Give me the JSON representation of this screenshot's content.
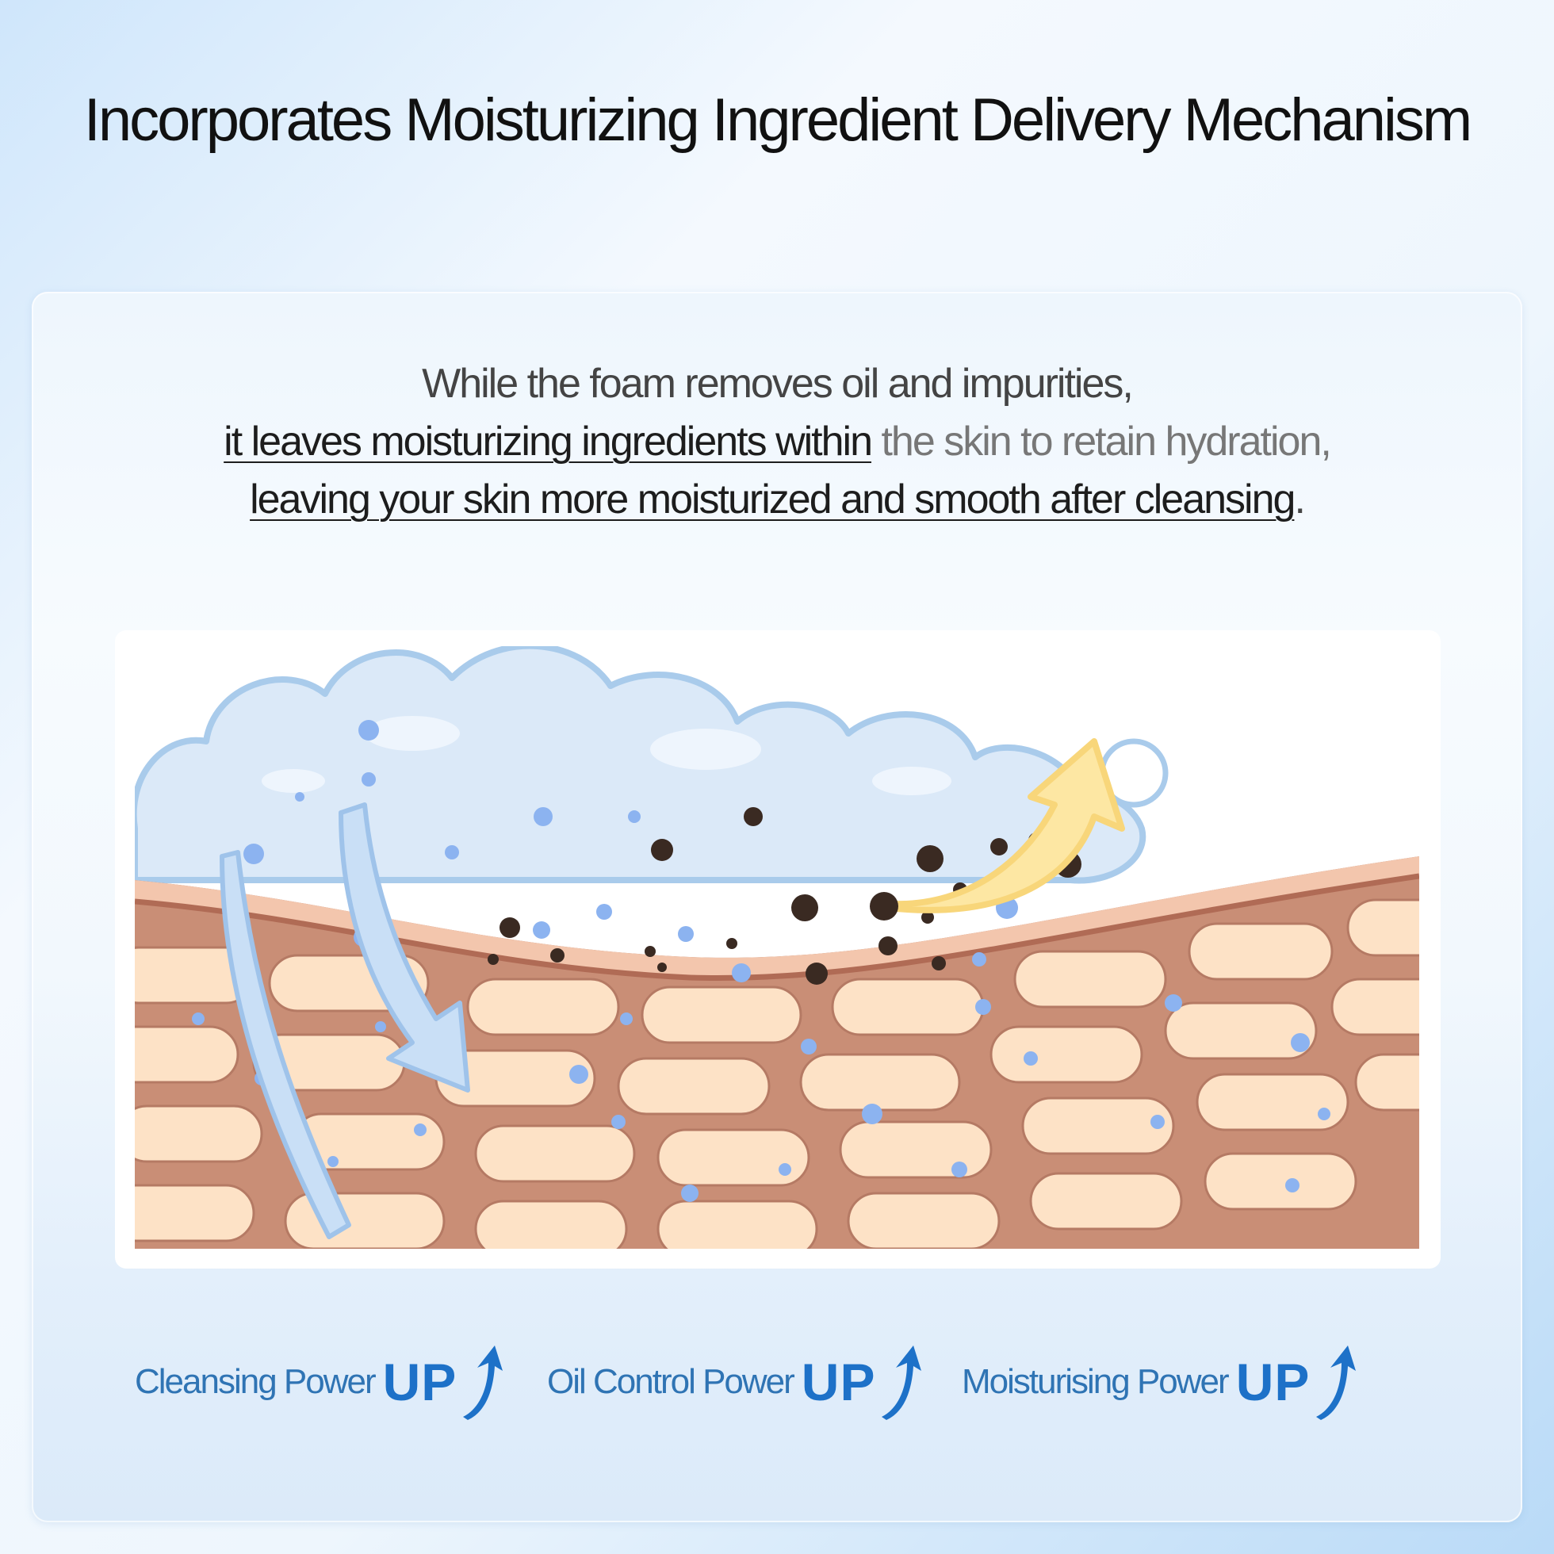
{
  "title": "Incorporates Moisturizing Ingredient Delivery Mechanism",
  "description": {
    "line1": "While the foam removes oil and impurities,",
    "line2_underlined": "it leaves moisturizing ingredients within",
    "line2_rest": " the skin to retain hydration,",
    "line3_underlined": "leaving your skin more moisturized and smooth after cleansing",
    "line3_end": "."
  },
  "features": [
    {
      "label": "Cleansing Power",
      "up": "UP",
      "icon": "up-arrow-icon"
    },
    {
      "label": "Oil Control Power",
      "up": "UP",
      "icon": "up-arrow-icon"
    },
    {
      "label": "Moisturising Power",
      "up": "UP",
      "icon": "up-arrow-icon"
    }
  ],
  "colors": {
    "feature_text": "#2f74b4",
    "up_text": "#1d71c8",
    "skin_outline": "#c98e76",
    "skin_cell": "#fde2c6",
    "moisture_dot": "#8cb3f0",
    "impurity_dot": "#3a2a22",
    "foam": "#dbe9f8",
    "removal_arrow": "#f8d67a"
  }
}
